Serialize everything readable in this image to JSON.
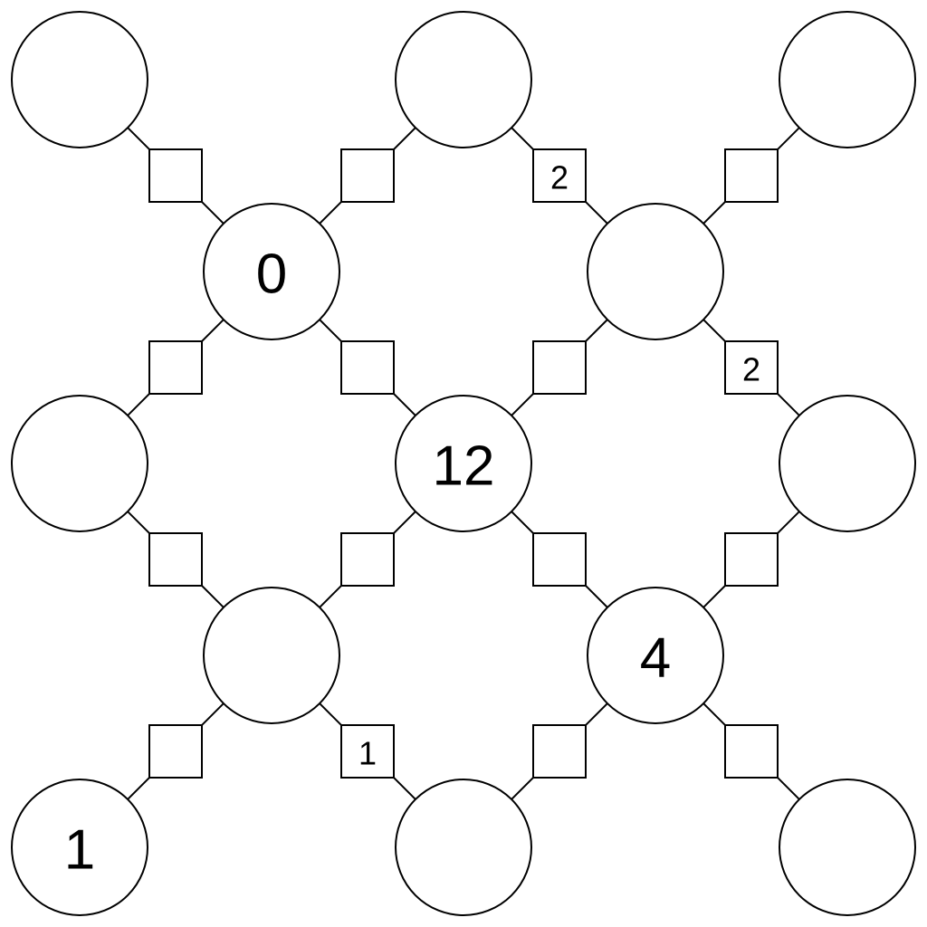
{
  "nodes": [
    {
      "id": "a",
      "row": 0,
      "col": 0,
      "label": ""
    },
    {
      "id": "b",
      "row": 0,
      "col": 2,
      "label": ""
    },
    {
      "id": "c",
      "row": 0,
      "col": 4,
      "label": ""
    },
    {
      "id": "d",
      "row": 1,
      "col": 1,
      "label": "0"
    },
    {
      "id": "e",
      "row": 1,
      "col": 3,
      "label": ""
    },
    {
      "id": "f",
      "row": 2,
      "col": 0,
      "label": ""
    },
    {
      "id": "g",
      "row": 2,
      "col": 2,
      "label": "12"
    },
    {
      "id": "h",
      "row": 2,
      "col": 4,
      "label": ""
    },
    {
      "id": "i",
      "row": 3,
      "col": 1,
      "label": ""
    },
    {
      "id": "j",
      "row": 3,
      "col": 3,
      "label": "4"
    },
    {
      "id": "k",
      "row": 4,
      "col": 0,
      "label": "1"
    },
    {
      "id": "l",
      "row": 4,
      "col": 2,
      "label": ""
    },
    {
      "id": "m",
      "row": 4,
      "col": 4,
      "label": ""
    }
  ],
  "edges": [
    {
      "from": "a",
      "to": "d",
      "label": ""
    },
    {
      "from": "b",
      "to": "d",
      "label": ""
    },
    {
      "from": "b",
      "to": "e",
      "label": "2"
    },
    {
      "from": "c",
      "to": "e",
      "label": ""
    },
    {
      "from": "d",
      "to": "f",
      "label": ""
    },
    {
      "from": "d",
      "to": "g",
      "label": ""
    },
    {
      "from": "e",
      "to": "g",
      "label": ""
    },
    {
      "from": "e",
      "to": "h",
      "label": "2"
    },
    {
      "from": "f",
      "to": "i",
      "label": ""
    },
    {
      "from": "g",
      "to": "i",
      "label": ""
    },
    {
      "from": "g",
      "to": "j",
      "label": ""
    },
    {
      "from": "h",
      "to": "j",
      "label": ""
    },
    {
      "from": "i",
      "to": "k",
      "label": ""
    },
    {
      "from": "i",
      "to": "l",
      "label": "1"
    },
    {
      "from": "j",
      "to": "l",
      "label": ""
    },
    {
      "from": "j",
      "to": "m",
      "label": ""
    }
  ]
}
